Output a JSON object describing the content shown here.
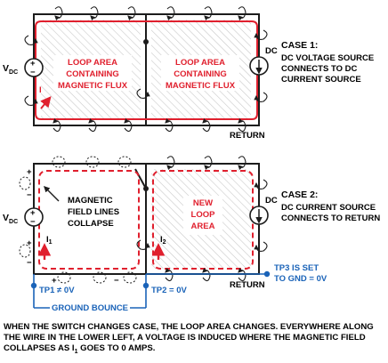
{
  "colors": {
    "wire": "#1c1c1c",
    "loop": "#e0202e",
    "ground": "#1a63b8",
    "hatch": "#c9c9c9",
    "background": "#ffffff"
  },
  "case1": {
    "title": "CASE 1:",
    "desc": [
      "DC VOLTAGE SOURCE",
      "CONNECTS TO DC",
      "CURRENT SOURCE"
    ],
    "left_loop_text": [
      "LOOP AREA",
      "CONTAINING",
      "MAGNETIC FLUX"
    ],
    "right_loop_text": [
      "LOOP AREA",
      "CONTAINING",
      "MAGNETIC FLUX"
    ],
    "vdc_label": "V",
    "vdc_sub": "DC",
    "dc_label": "DC",
    "current_label": "I",
    "return_label": "RETURN",
    "plus": "+",
    "minus": "−"
  },
  "case2": {
    "title": "CASE 2:",
    "desc": [
      "DC CURRENT SOURCE",
      "CONNECTS TO RETURN"
    ],
    "left_text": [
      "MAGNETIC",
      "FIELD LINES",
      "COLLAPSE"
    ],
    "right_loop_text": [
      "NEW",
      "LOOP",
      "AREA"
    ],
    "vdc_label": "V",
    "vdc_sub": "DC",
    "dc_label": "DC",
    "i1_label": "I",
    "i1_sub": "1",
    "i2_label": "I",
    "i2_sub": "2",
    "return_label": "RETURN",
    "tp1": "TP1 ≠ 0V",
    "tp2": "TP2 = 0V",
    "tp3": [
      "TP3 IS SET",
      "TO GND = 0V"
    ],
    "ground_bounce": "GROUND BOUNCE",
    "plus": "+",
    "minus": "−"
  },
  "caption": [
    "WHEN THE SWITCH CHANGES CASE, THE LOOP AREA CHANGES. EVERYWHERE ALONG",
    "THE WIRE IN THE LOWER LEFT, A VOLTAGE IS INDUCED WHERE THE MAGNETIC FIELD",
    "COLLAPSES AS I",
    "1",
    " GOES TO 0 AMPS."
  ]
}
